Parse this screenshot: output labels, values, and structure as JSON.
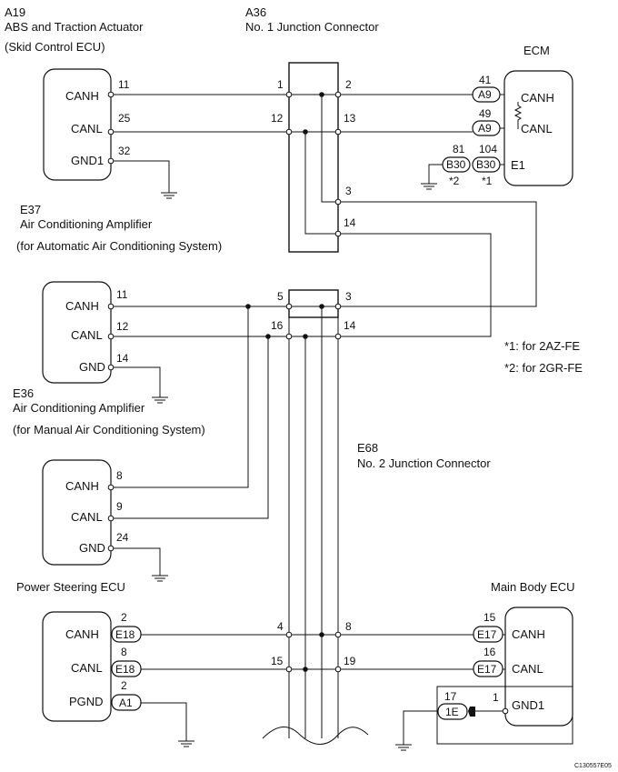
{
  "ecus": {
    "a19": {
      "code": "A19",
      "name": "ABS and Traction Actuator",
      "sub": "(Skid Control ECU)",
      "pins": {
        "canh": "CANH",
        "canl": "CANL",
        "gnd": "GND1"
      },
      "nums": {
        "canh": "11",
        "canl": "25",
        "gnd": "32"
      }
    },
    "e37": {
      "code": "E37",
      "name": "Air Conditioning Amplifier",
      "sub": "(for Automatic Air Conditioning System)",
      "pins": {
        "canh": "CANH",
        "canl": "CANL",
        "gnd": "GND"
      },
      "nums": {
        "canh": "11",
        "canl": "12",
        "gnd": "14"
      }
    },
    "e36": {
      "code": "E36",
      "name": "Air Conditioning Amplifier",
      "sub": "(for Manual Air Conditioning System)",
      "pins": {
        "canh": "CANH",
        "canl": "CANL",
        "gnd": "GND"
      },
      "nums": {
        "canh": "8",
        "canl": "9",
        "gnd": "24"
      }
    },
    "ps": {
      "name": "Power Steering ECU",
      "pins": {
        "canh": "CANH",
        "canl": "CANL",
        "gnd": "PGND"
      },
      "nums": {
        "canh": "2",
        "canl": "8",
        "gnd": "2"
      },
      "conn": {
        "canh": "E18",
        "canl": "E18",
        "gnd": "A1"
      }
    },
    "ecm": {
      "name": "ECM",
      "pins": {
        "canh": "CANH",
        "canl": "CANL",
        "gnd": "E1"
      },
      "nums": {
        "canh": "41",
        "canl": "49",
        "g1": "81",
        "g2": "104"
      },
      "conn": {
        "canh": "A9",
        "canl": "A9",
        "g1": "B30",
        "g2": "B30"
      },
      "notes": {
        "g1": "*2",
        "g2": "*1"
      }
    },
    "mb": {
      "name": "Main Body ECU",
      "pins": {
        "canh": "CANH",
        "canl": "CANL",
        "gnd": "GND1"
      },
      "nums": {
        "canh": "15",
        "canl": "16",
        "gnd": "1",
        "conn_gnd": "17"
      },
      "conn": {
        "canh": "E17",
        "canl": "E17",
        "gnd": "1E"
      }
    }
  },
  "junctions": {
    "a36": {
      "code": "A36",
      "name": "No. 1 Junction Connector",
      "pins": {
        "p1": "1",
        "p2": "2",
        "p12": "12",
        "p13": "13",
        "p3": "3",
        "p14": "14"
      }
    },
    "e68": {
      "code": "E68",
      "name": "No. 2 Junction Connector",
      "pins": {
        "p5": "5",
        "p3": "3",
        "p16": "16",
        "p14": "14",
        "p4": "4",
        "p8": "8",
        "p15": "15",
        "p19": "19"
      }
    }
  },
  "notes": {
    "n1": "*1: for 2AZ-FE",
    "n2": "*2: for 2GR-FE"
  },
  "figure_id": "C130557E05"
}
